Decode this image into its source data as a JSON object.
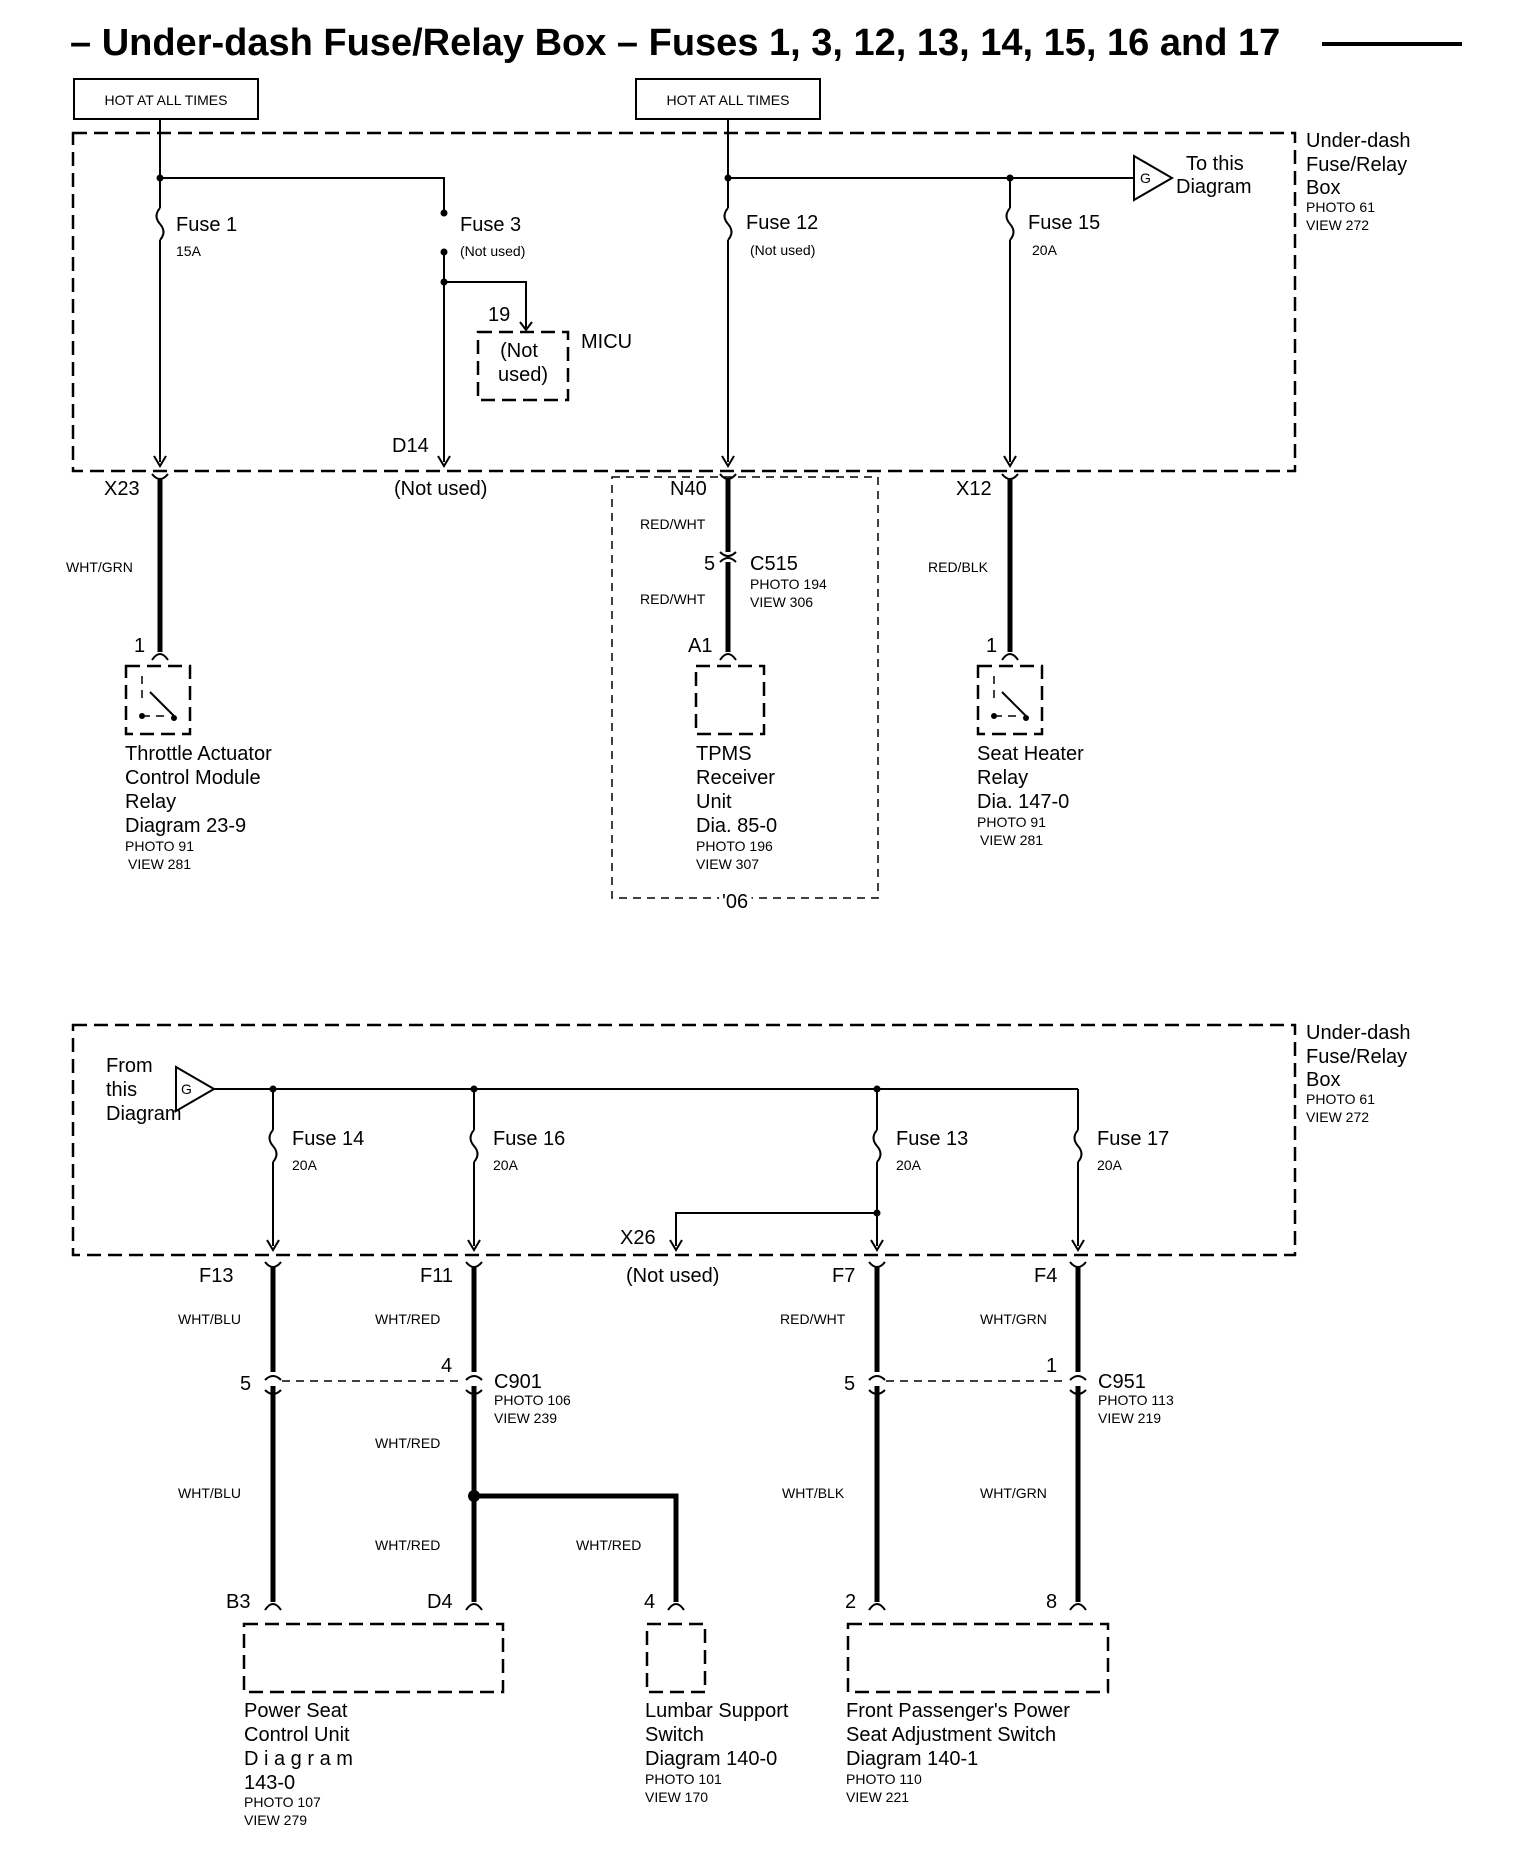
{
  "title": "– Under-dash Fuse/Relay Box – Fuses 1, 3, 12, 13, 14, 15, 16 and 17",
  "hot_label": "HOT AT ALL TIMES",
  "box_label": {
    "line1": "Under-dash",
    "line2": "Fuse/Relay",
    "line3": "Box",
    "photo": "PHOTO 61",
    "view": "VIEW 272"
  },
  "to_diagram": {
    "line1": "To this",
    "line2": "Diagram",
    "symbol": "G"
  },
  "from_diagram": {
    "line1": "From",
    "line2": "this",
    "line3": "Diagram",
    "symbol": "G"
  },
  "fuses": {
    "f1": {
      "name": "Fuse 1",
      "rating": "15A"
    },
    "f3": {
      "name": "Fuse 3",
      "rating": "(Not used)"
    },
    "f12": {
      "name": "Fuse 12",
      "rating": "(Not used)"
    },
    "f15": {
      "name": "Fuse 15",
      "rating": "20A"
    },
    "f14": {
      "name": "Fuse 14",
      "rating": "20A"
    },
    "f16": {
      "name": "Fuse 16",
      "rating": "20A"
    },
    "f13": {
      "name": "Fuse 13",
      "rating": "20A"
    },
    "f17": {
      "name": "Fuse 17",
      "rating": "20A"
    }
  },
  "micu": {
    "pin": "19",
    "line1": "(Not",
    "line2": "used)",
    "label": "MICU"
  },
  "terminals": {
    "x23": "X23",
    "d14": "D14",
    "not_used": "(Not used)",
    "n40": "N40",
    "x12": "X12",
    "f13": "F13",
    "f11": "F11",
    "x26": "X26",
    "f7": "F7",
    "f4": "F4"
  },
  "wires": {
    "wht_grn": "WHT/GRN",
    "red_wht": "RED/WHT",
    "red_blk": "RED/BLK",
    "wht_blu": "WHT/BLU",
    "wht_red": "WHT/RED",
    "wht_blk": "WHT/BLK"
  },
  "c515": {
    "pin": "5",
    "name": "C515",
    "photo": "PHOTO 194",
    "view": "VIEW 306"
  },
  "c901": {
    "pin_left": "5",
    "pin_right": "4",
    "name": "C901",
    "photo": "PHOTO 106",
    "view": "VIEW 239"
  },
  "c951": {
    "pin_left": "5",
    "pin_right": "1",
    "name": "C951",
    "photo": "PHOTO 113",
    "view": "VIEW 219"
  },
  "components": {
    "throttle": {
      "pin": "1",
      "line1": "Throttle Actuator",
      "line2": "Control Module",
      "line3": "Relay",
      "line4": "Diagram 23-9",
      "photo": "PHOTO 91",
      "view": "VIEW 281"
    },
    "tpms": {
      "pin": "A1",
      "line1": "TPMS",
      "line2": "Receiver",
      "line3": "Unit",
      "line4": "Dia. 85-0",
      "photo": "PHOTO 196",
      "view": "VIEW 307",
      "year": "'06"
    },
    "seat_heater": {
      "pin": "1",
      "line1": "Seat Heater",
      "line2": "Relay",
      "line3": "Dia. 147-0",
      "photo": "PHOTO 91",
      "view": "VIEW 281"
    },
    "power_seat": {
      "pin_b3": "B3",
      "pin_d4": "D4",
      "line1": "Power Seat",
      "line2": "Control Unit",
      "line3": "D i a g r a m",
      "line4": "143-0",
      "photo": "PHOTO 107",
      "view": "VIEW 279"
    },
    "lumbar": {
      "pin": "4",
      "line1": "Lumbar Support",
      "line2": "Switch",
      "line3": "Diagram 140-0",
      "photo": "PHOTO 101",
      "view": "VIEW 170"
    },
    "front_pass": {
      "pin_2": "2",
      "pin_8": "8",
      "line1": "Front Passenger's Power",
      "line2": "Seat Adjustment Switch",
      "line3": "Diagram 140-1",
      "photo": "PHOTO 110",
      "view": "VIEW 221"
    }
  }
}
